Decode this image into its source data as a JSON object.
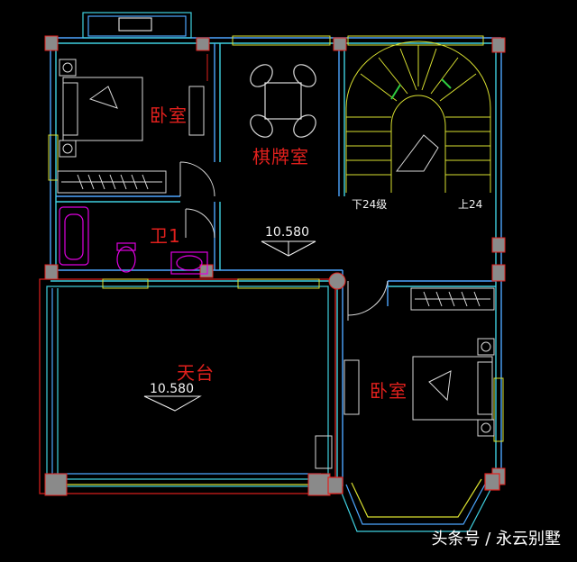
{
  "rooms": {
    "bedroom_top": "卧室",
    "chess_room": "棋牌室",
    "bathroom": "卫1",
    "terrace": "天台",
    "bedroom_bottom": "卧室"
  },
  "elevations": {
    "hall": "10.580",
    "terrace": "10.580"
  },
  "stairs": {
    "down_label": "下24级",
    "up_label": "上24"
  },
  "credit": "头条号 / 永云别墅",
  "colors": {
    "background": "#000000",
    "wall_blue": "#4da6ff",
    "wall_cyan": "#3fd0e0",
    "red_text": "#e0201d",
    "furniture_white": "#d9d9d9",
    "sanitary_magenta": "#e000e0",
    "stair_yellow": "#d9e030",
    "stair_green": "#2ecc40",
    "column_gray": "#8a8a8a"
  }
}
